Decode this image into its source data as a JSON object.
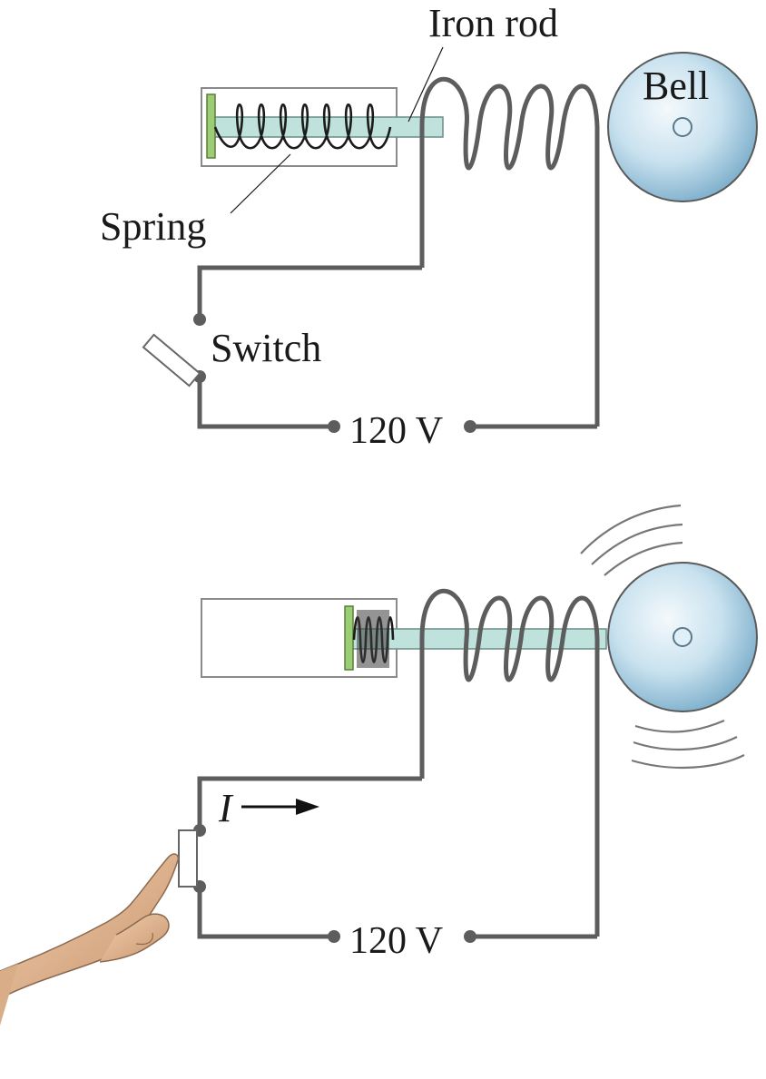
{
  "labels": {
    "iron_rod": "Iron rod",
    "bell": "Bell",
    "spring": "Spring",
    "switch": "Switch",
    "voltage_top": "120 V",
    "current": "I",
    "voltage_bottom": "120 V"
  },
  "colors": {
    "wire": "#5d5d5d",
    "rod": "#bfe3dc",
    "plate": "#9ccc74",
    "bell_light": "#eaf4fa",
    "bell_dark": "#7fb0cc"
  },
  "icons": [
    "hand-icon",
    "bell-icon",
    "arrow-right-icon"
  ]
}
